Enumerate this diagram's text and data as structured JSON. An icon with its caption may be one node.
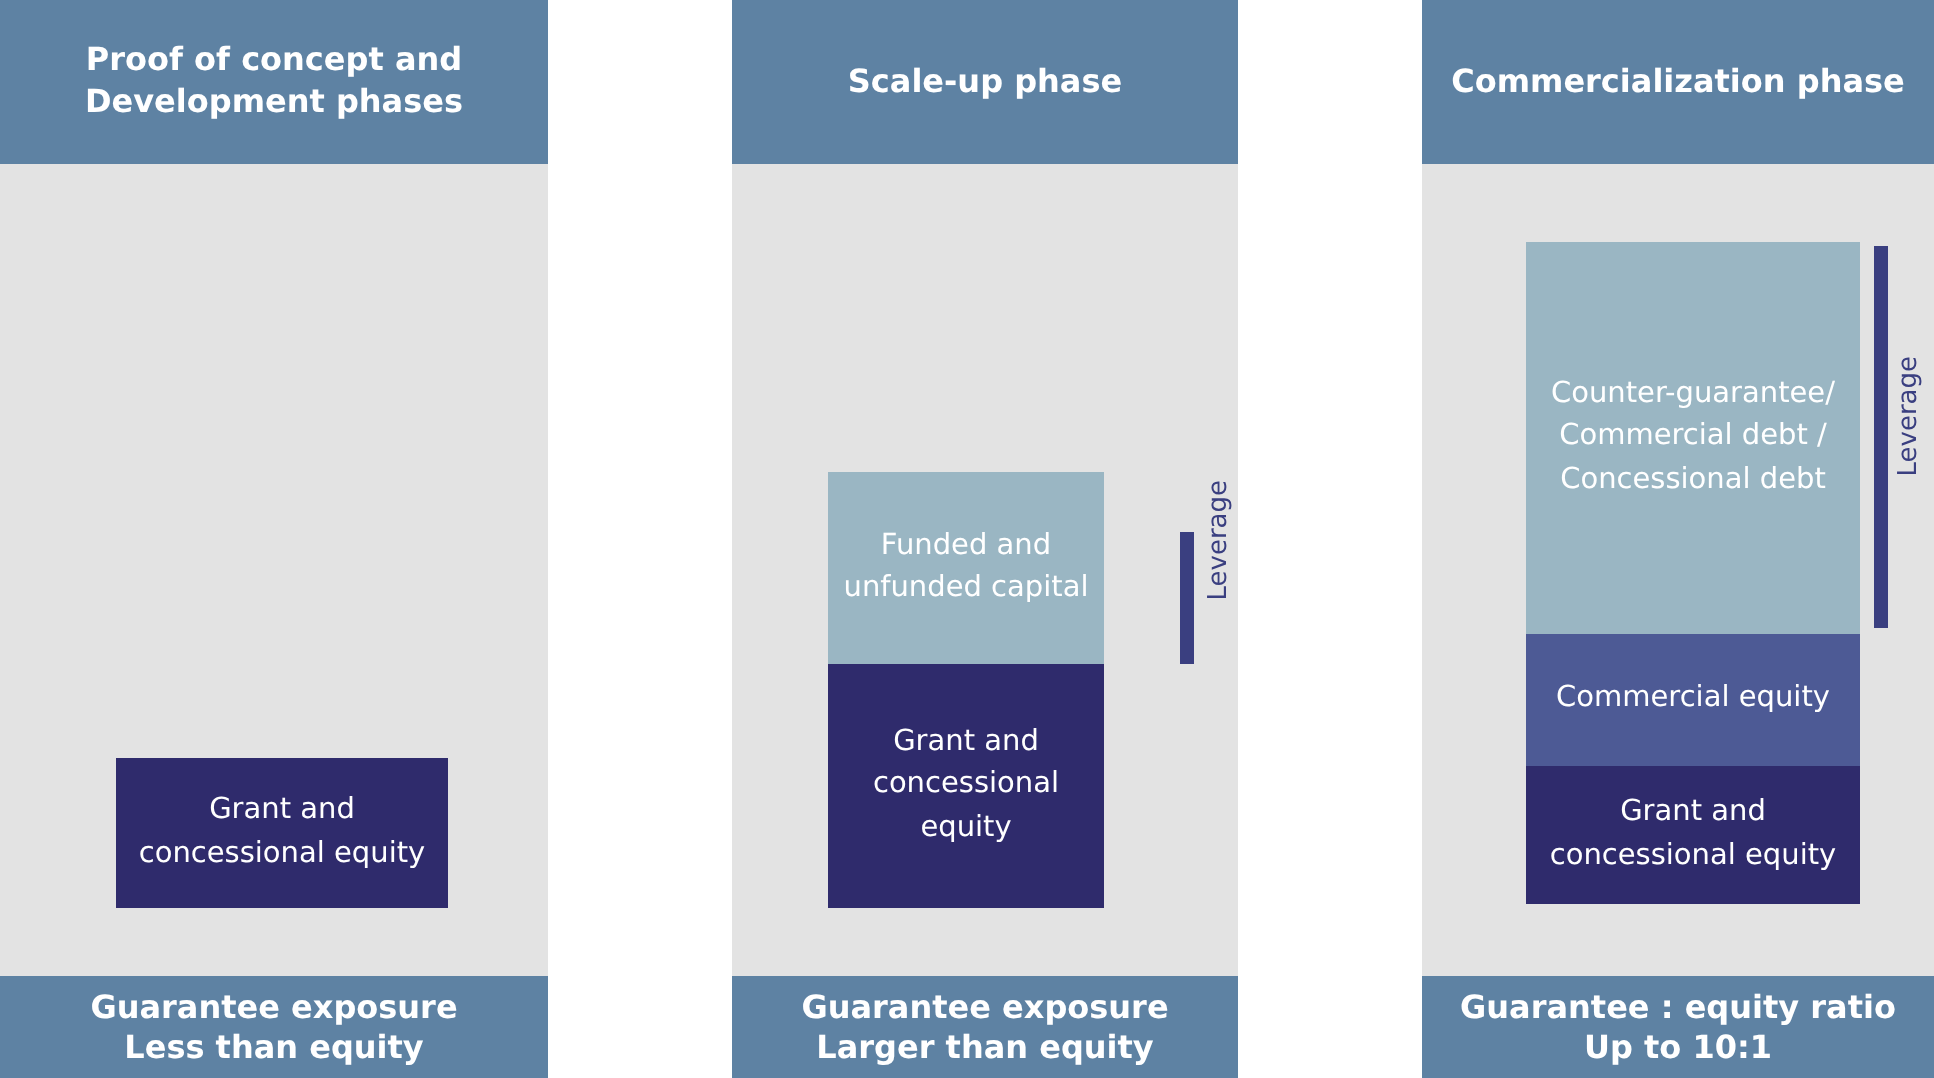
{
  "diagram": {
    "nodes": [
      {
        "text": [
          "Proof of concept and Development phases",
          "Guarantee exposure Less than equity"
        ]
      },
      {
        "text": [
          "Grant and concessional equity"
        ],
        "in": 0
      },
      {
        "text": [
          "Scale-up phase",
          "Guarantee exposure Larger than equity"
        ]
      },
      {
        "text": [
          "Funded and unfunded capital"
        ],
        "in": 2
      },
      {
        "text": [
          "Grant and concessional equity"
        ],
        "in": 2
      },
      {
        "text": [
          "Commercialization phase",
          "Guarantee : equity ratio Up to 10:1"
        ]
      },
      {
        "text": [
          "Counter-guarantee/ Commercial debt / Concessional debt"
        ],
        "in": 5
      },
      {
        "text": [
          "Commercial equity"
        ],
        "in": 5
      },
      {
        "text": [
          "Grant and concessional equity"
        ],
        "in": 5
      }
    ],
    "labels": [
      "Leverage",
      "Leverage"
    ]
  }
}
